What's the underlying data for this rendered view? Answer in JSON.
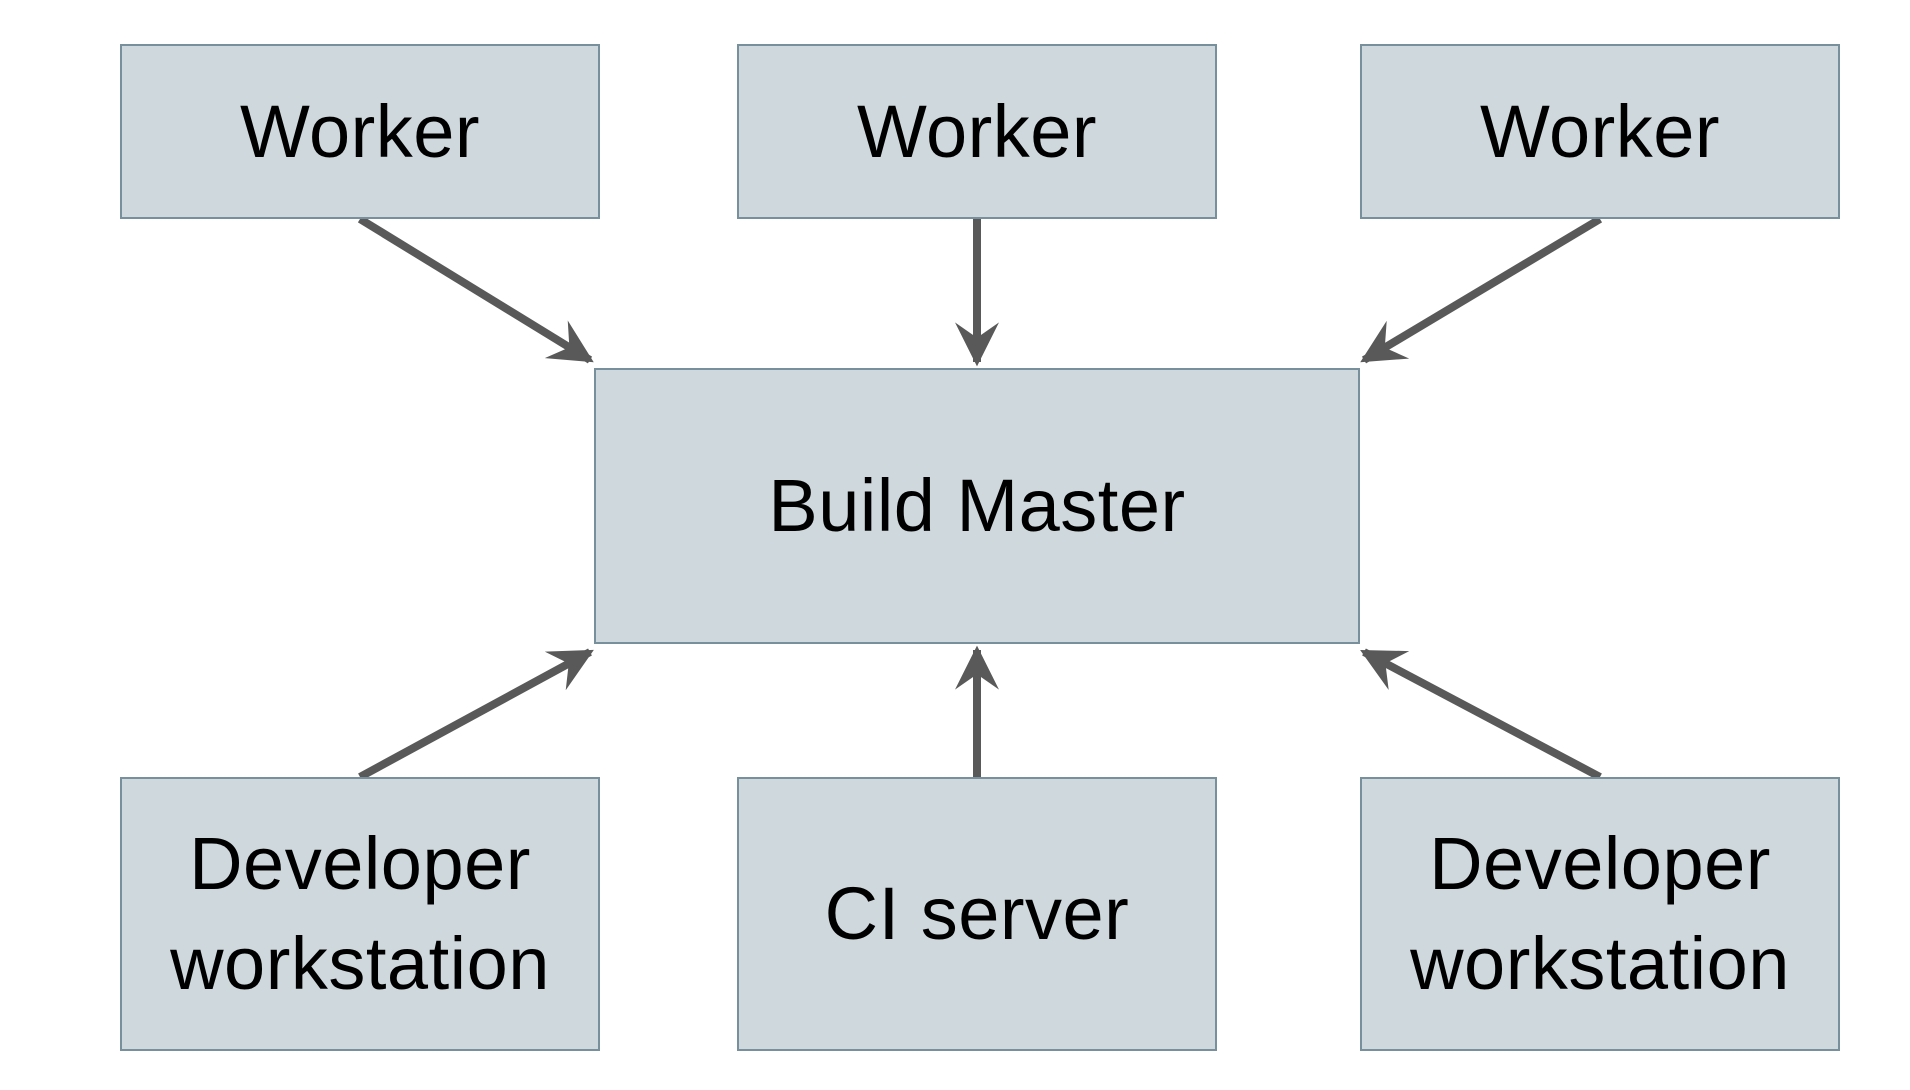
{
  "diagram": {
    "type": "architecture-diagram",
    "nodes": [
      {
        "id": "worker-1",
        "label": "Worker",
        "row": "top",
        "column": "left"
      },
      {
        "id": "worker-2",
        "label": "Worker",
        "row": "top",
        "column": "center"
      },
      {
        "id": "worker-3",
        "label": "Worker",
        "row": "top",
        "column": "right"
      },
      {
        "id": "build-master",
        "label": "Build Master",
        "row": "middle",
        "column": "center"
      },
      {
        "id": "developer-workstation-1",
        "label": "Developer workstation",
        "row": "bottom",
        "column": "left"
      },
      {
        "id": "ci-server",
        "label": "CI server",
        "row": "bottom",
        "column": "center"
      },
      {
        "id": "developer-workstation-2",
        "label": "Developer workstation",
        "row": "bottom",
        "column": "right"
      }
    ],
    "edges": [
      {
        "from": "worker-1",
        "to": "build-master"
      },
      {
        "from": "worker-2",
        "to": "build-master"
      },
      {
        "from": "worker-3",
        "to": "build-master"
      },
      {
        "from": "developer-workstation-1",
        "to": "build-master"
      },
      {
        "from": "ci-server",
        "to": "build-master"
      },
      {
        "from": "developer-workstation-2",
        "to": "build-master"
      }
    ],
    "colors": {
      "background": "#ffffff",
      "node_fill": "#cfd8dc",
      "node_border": "#78909c",
      "arrow": "#595959",
      "text": "#000000"
    }
  }
}
